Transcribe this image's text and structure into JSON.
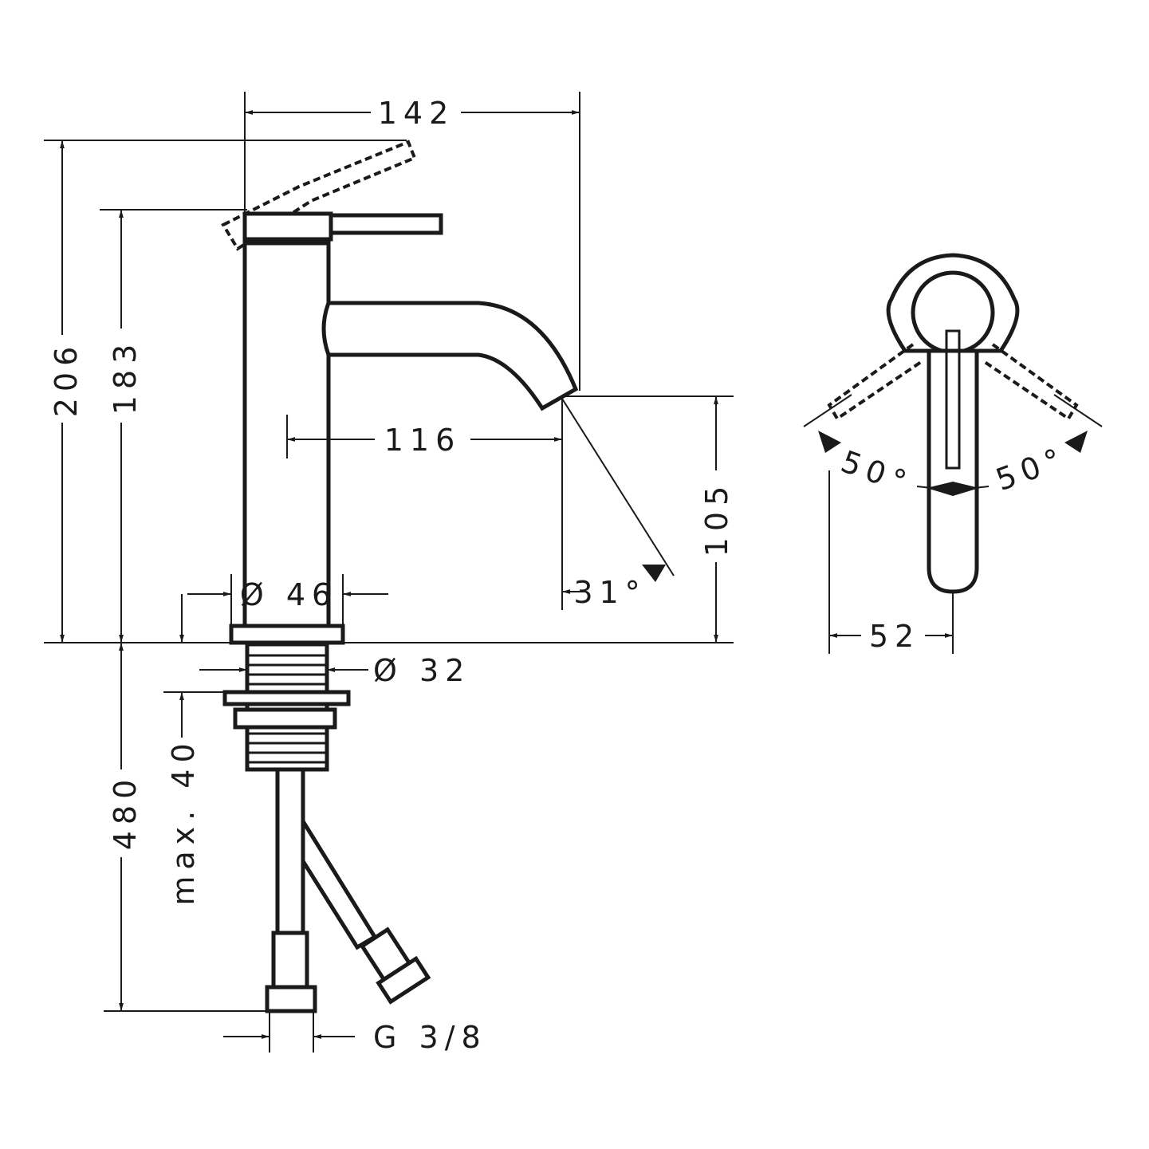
{
  "drawing": {
    "color": "#1a1a1a",
    "side_view": {
      "dimensions": {
        "width_total": "142",
        "height_lever_raised": "206",
        "height_top": "183",
        "spout_reach": "116",
        "spout_height": "105",
        "spout_angle": "31°",
        "body_diameter": "Ø 46",
        "shank_diameter": "Ø 32",
        "max_counter_thickness": "max. 40",
        "hose_length": "480",
        "connection": "G 3/8"
      }
    },
    "top_view": {
      "dimensions": {
        "lever_angle_left": "50°",
        "lever_angle_right": "50°",
        "handle_offset": "52"
      }
    }
  }
}
